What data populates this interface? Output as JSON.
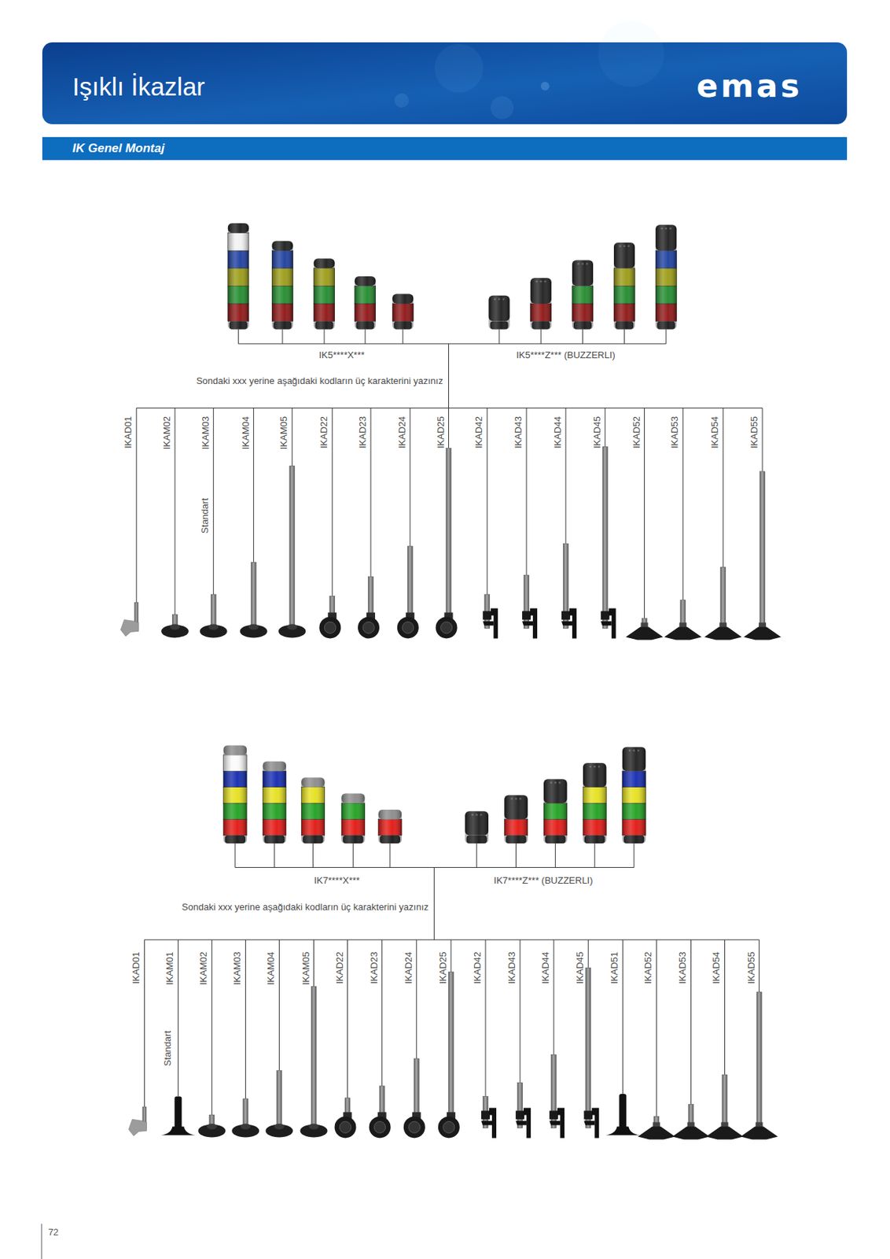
{
  "diagram": {
    "title": "Işıklı İkazlar",
    "nodes": [
      {
        "text": [
          "IK Genel Montaj"
        ]
      }
    ],
    "labels": [
      "emas",
      "IK5****X***",
      "IK5****Z*** (BUZZERLI)",
      "Sondaki xxx yerine aşağıdaki kodların üç karakterini yazınız",
      "IKAD01",
      "IKAM02",
      "IKAM03",
      "IKAM04",
      "IKAM05",
      "IKAD22",
      "IKAD23",
      "IKAD24",
      "IKAD25",
      "IKAD42",
      "IKAD43",
      "IKAD44",
      "IKAD45",
      "IKAD52",
      "IKAD53",
      "IKAD54",
      "IKAD55",
      "Standart",
      "IK7****X***",
      "IK7****Z*** (BUZZERLI)",
      "Sondaki xxx yerine aşağıdaki kodların üç karakterini yazınız",
      "IKAD01",
      "IKAM01",
      "IKAM02",
      "IKAM03",
      "IKAM04",
      "IKAM05",
      "IKAD22",
      "IKAD23",
      "IKAD24",
      "IKAD25",
      "IKAD42",
      "IKAD43",
      "IKAD44",
      "IKAD45",
      "IKAD51",
      "IKAD52",
      "IKAD53",
      "IKAD54",
      "IKAD55",
      "Standart",
      "72"
    ]
  }
}
